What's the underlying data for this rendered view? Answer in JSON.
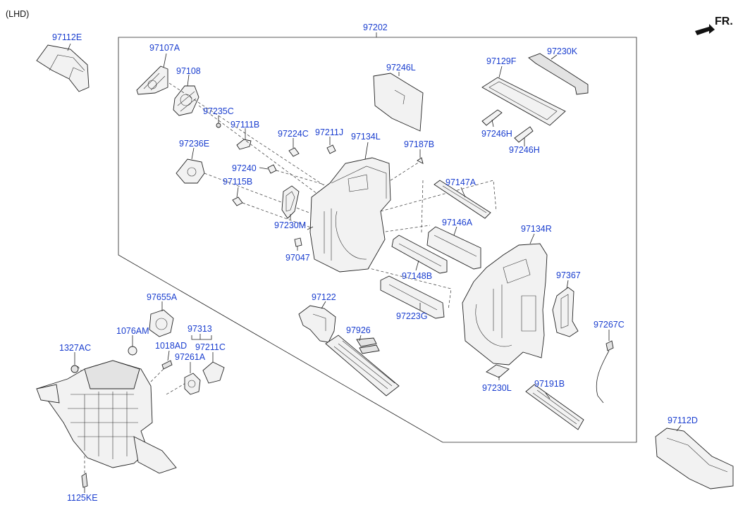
{
  "header": {
    "variant": "(LHD)",
    "direction": "FR."
  },
  "callouts": {
    "p97112E": "97112E",
    "p97202": "97202",
    "p97107A": "97107A",
    "p97108": "97108",
    "p97235C": "97235C",
    "p97111B": "97111B",
    "p97236E": "97236E",
    "p97240": "97240",
    "p97115B": "97115B",
    "p97224C": "97224C",
    "p97211J": "97211J",
    "p97134L": "97134L",
    "p97246L": "97246L",
    "p97187B": "97187B",
    "p97129F": "97129F",
    "p97230K": "97230K",
    "p97246H_a": "97246H",
    "p97246H_b": "97246H",
    "p97147A": "97147A",
    "p97230M": "97230M",
    "p97047": "97047",
    "p97146A": "97146A",
    "p97134R": "97134R",
    "p97148B": "97148B",
    "p97367": "97367",
    "p97655A": "97655A",
    "p97122": "97122",
    "p97223G": "97223G",
    "p97267C": "97267C",
    "p1076AM": "1076AM",
    "p97313": "97313",
    "p97926": "97926",
    "p1327AC": "1327AC",
    "p1018AD": "1018AD",
    "p97211C": "97211C",
    "p97261A": "97261A",
    "p97230L": "97230L",
    "p97191B": "97191B",
    "p97112D": "97112D",
    "p1125KE": "1125KE"
  }
}
